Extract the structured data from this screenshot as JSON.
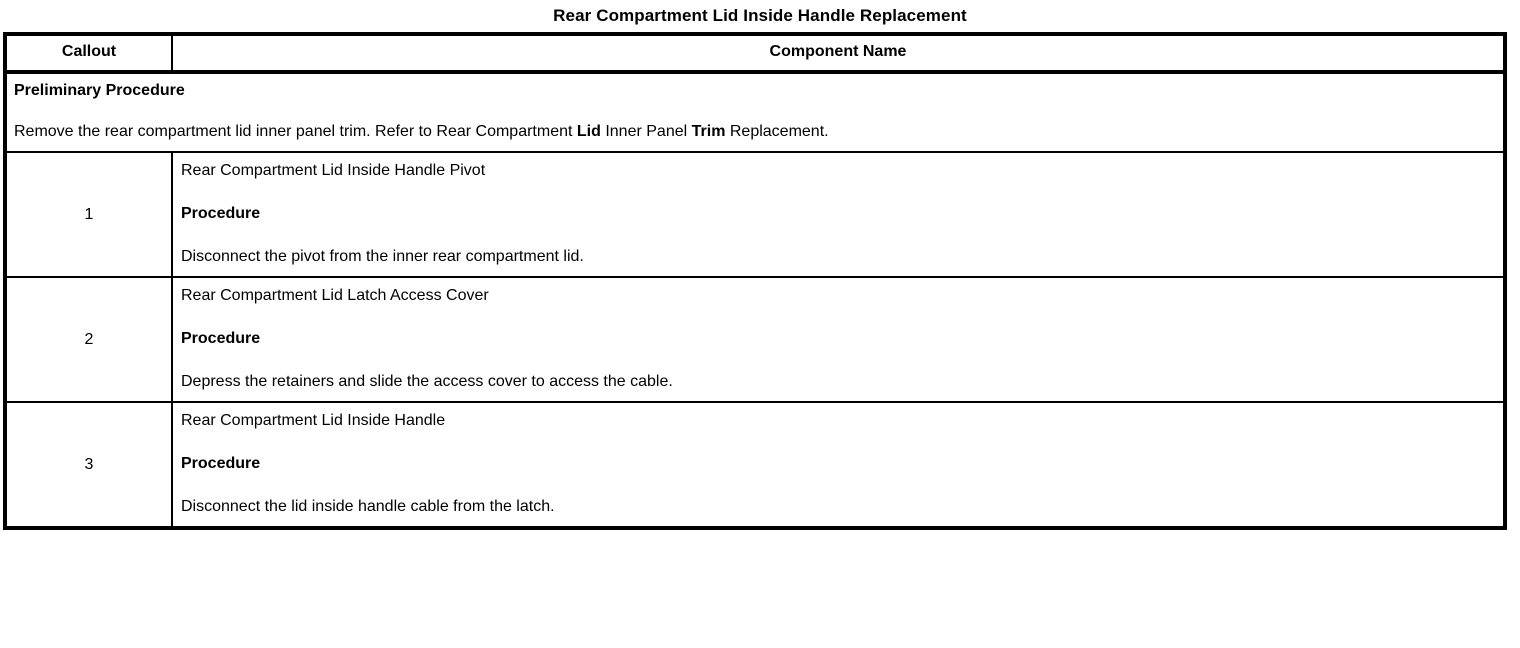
{
  "document": {
    "title": "Rear Compartment Lid Inside Handle Replacement"
  },
  "table": {
    "headers": {
      "callout": "Callout",
      "component_name": "Component Name"
    },
    "preliminary": {
      "heading": "Preliminary Procedure",
      "text_before_link": "Remove the rear compartment lid inner panel trim. Refer to Rear Compartment ",
      "link_word_1": "Lid",
      "text_mid": " Inner Panel ",
      "link_word_2": "Trim",
      "text_after_link": " Replacement."
    },
    "procedure_label": "Procedure",
    "rows": [
      {
        "callout": "1",
        "component_name": "Rear Compartment Lid Inside Handle Pivot",
        "procedure_label": "Procedure",
        "procedure_text": "Disconnect the pivot from the inner rear compartment lid."
      },
      {
        "callout": "2",
        "component_name": "Rear Compartment Lid Latch Access Cover",
        "procedure_label": "Procedure",
        "procedure_text": "Depress the retainers and slide the access cover to access the cable."
      },
      {
        "callout": "3",
        "component_name": "Rear Compartment Lid Inside Handle",
        "procedure_label": "Procedure",
        "procedure_text": "Disconnect the lid inside handle cable from the latch."
      }
    ]
  },
  "colors": {
    "border": "#000000",
    "text": "#000000",
    "background": "#ffffff"
  }
}
